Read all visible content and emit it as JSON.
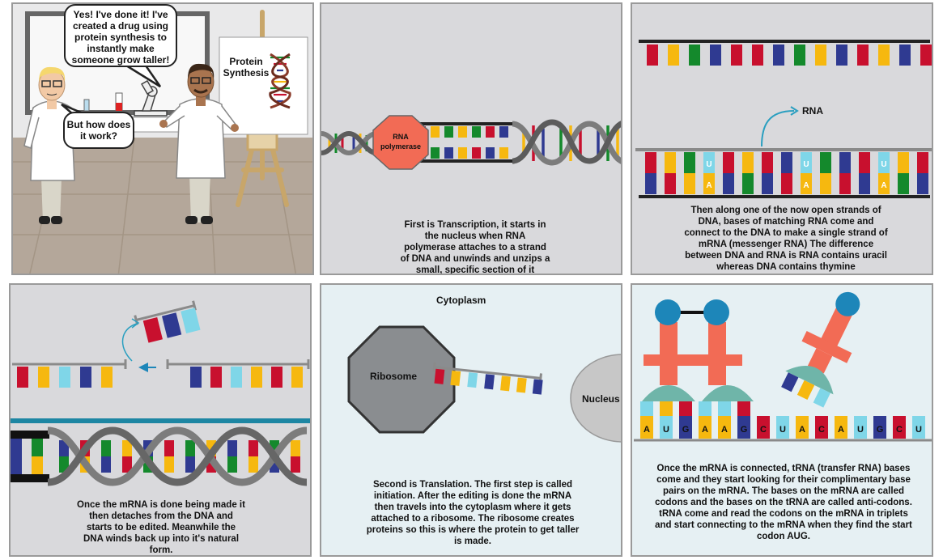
{
  "panel1": {
    "speech_right": "Yes! I've done it! I've\ncreated a drug using\nprotein synthesis to\ninstantly make\nsomeone grow taller!",
    "speech_left": "But how does\nit work?",
    "easel_title": "Protein\nSynthesis"
  },
  "panel2": {
    "enzyme_label": "RNA\npolymerase",
    "caption": "First is Transcription, it starts in\nthe nucleus when RNA\npolymerase attaches to a strand\nof DNA and unwinds and unzips a\nsmall, specific section of it"
  },
  "panel3": {
    "rna_label": "RNA",
    "base_u": "U",
    "base_a": "A",
    "caption": "Then along one of the now open strands of\nDNA, bases of matching RNA come and\nconnect to the DNA to make a single strand of\nmRNA (messenger RNA) The difference\nbetween DNA and RNA is RNA contains uracil\nwhereas DNA contains thymine"
  },
  "panel4": {
    "caption": "Once the mRNA is done being made it\nthen detaches from the DNA and\nstarts to be edited. Meanwhile the\nDNA winds back up into it's natural\nform."
  },
  "panel5": {
    "cytoplasm_label": "Cytoplasm",
    "ribosome_label": "Ribosome",
    "nucleus_label": "Nucleus",
    "caption": "Second is Translation. The first step is called\ninitiation. After the editing is done the mRNA\nthen travels into the cytoplasm where it gets\nattached to a ribosome. The  ribosome creates\nproteins so this is where the protein to get taller\nis made."
  },
  "panel6": {
    "mrna_bases": [
      "A",
      "U",
      "G",
      "A",
      "A",
      "G",
      "C",
      "U",
      "A",
      "C",
      "A",
      "U",
      "G",
      "C",
      "U"
    ],
    "trna_bases": [
      "U",
      "A",
      "C",
      "U",
      "U",
      "C"
    ],
    "caption": "Once the mRNA is connected, tRNA (transfer RNA) bases\ncome and they start looking for their complimentary base\npairs on the mRNA. The bases on the mRNA are called\ncodons and the bases on the tRNA are called anti-codons.\ntRNA come and read the codons on the mRNA in triplets\nand start connecting to the mRNA when they find the start\ncodon AUG."
  },
  "colors": {
    "red": "#c8102e",
    "yellow": "#f6b80f",
    "green": "#14892c",
    "blue": "#2f3a91",
    "cyan": "#7fd6e8",
    "salmon": "#f26b55",
    "teal": "#6fb5a9",
    "knob": "#1d86b9",
    "panel_grey": "#d9d9dc",
    "panel_light": "#e6f0f3"
  }
}
